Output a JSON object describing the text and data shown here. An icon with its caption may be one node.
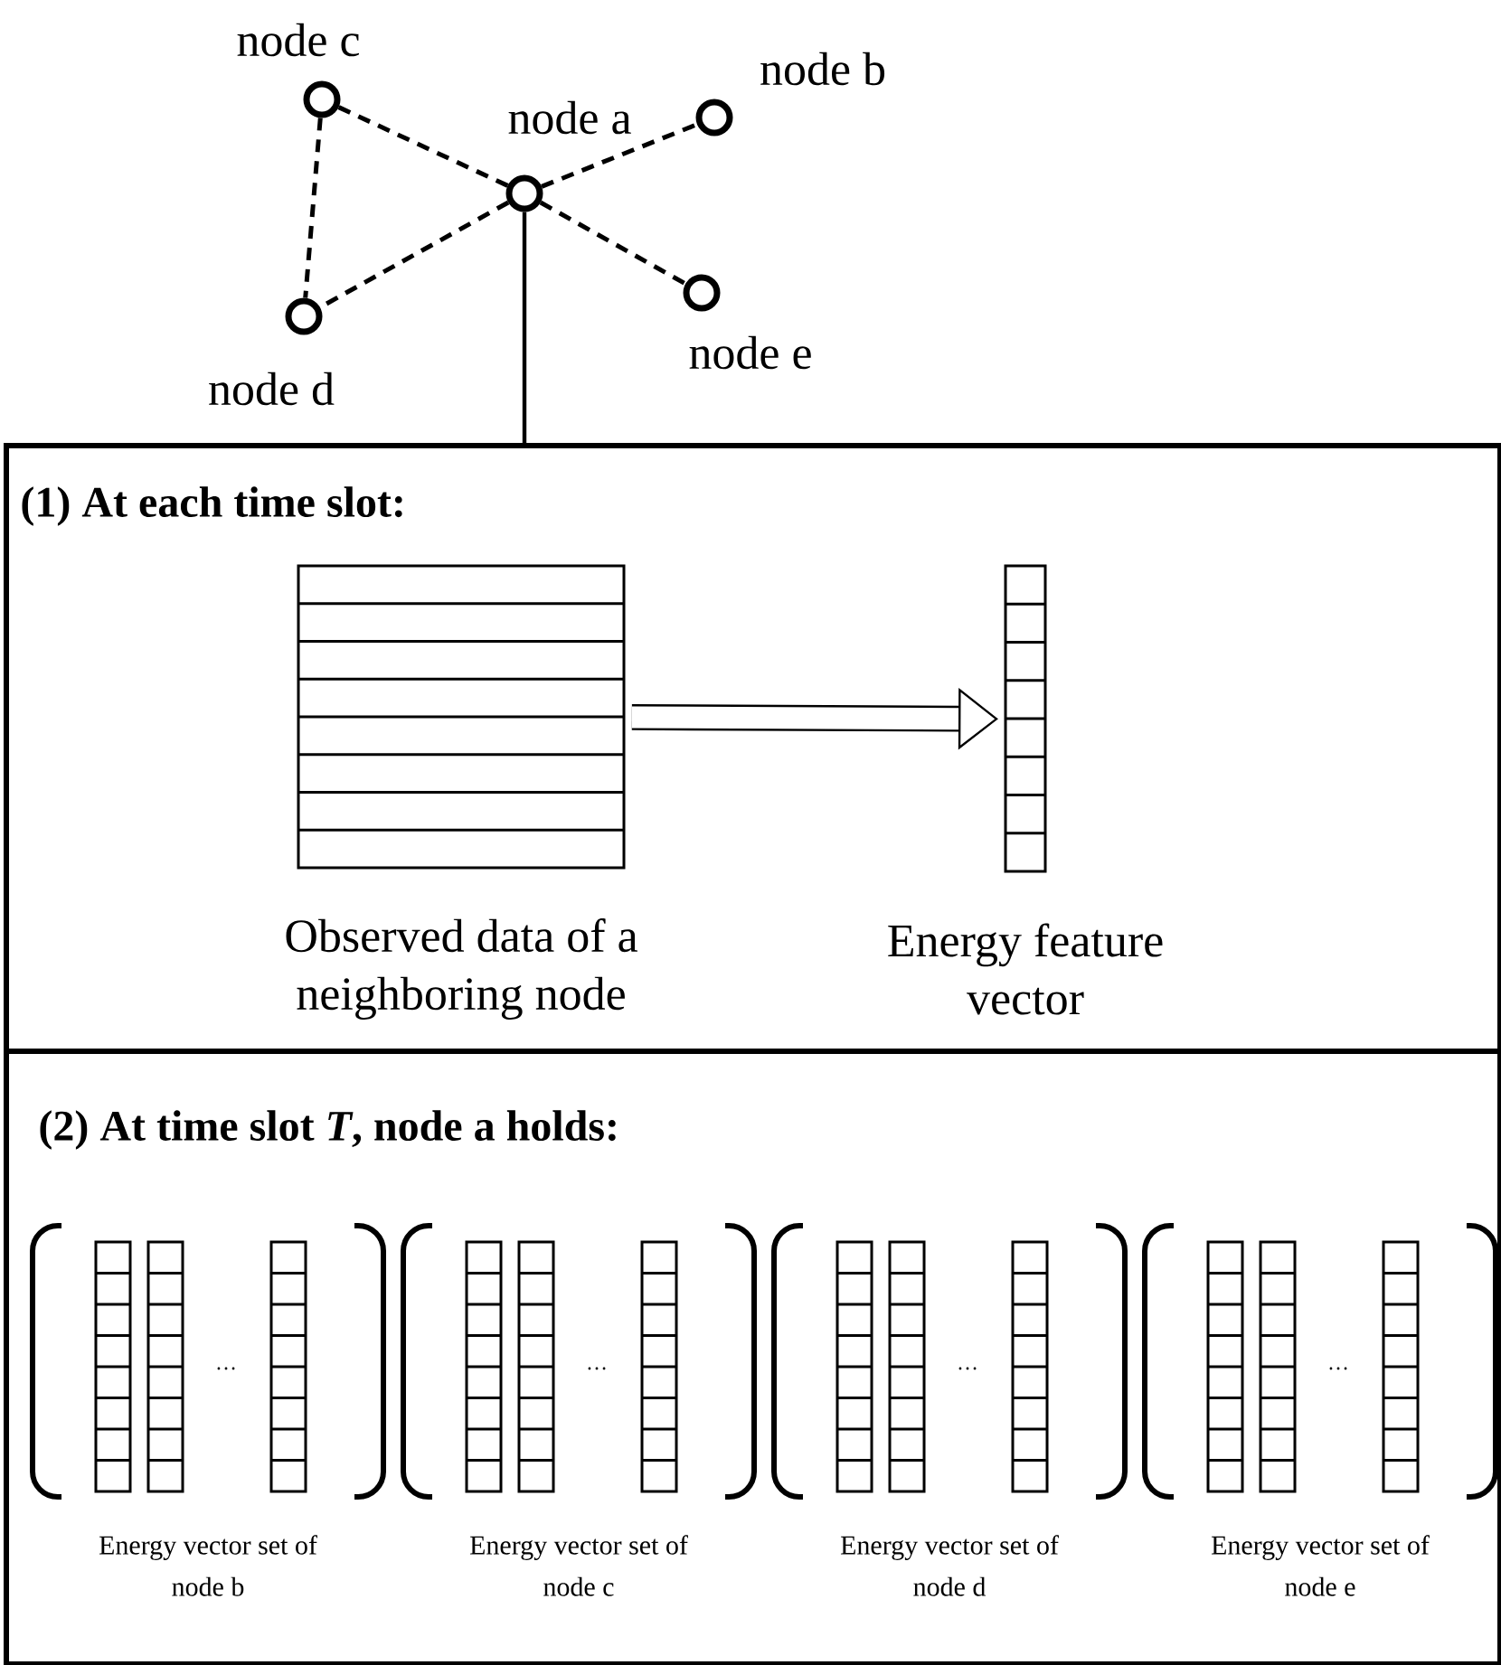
{
  "diagram": {
    "nodes": [
      {
        "text": [
          "node a"
        ]
      },
      {
        "text": [
          "node b"
        ]
      },
      {
        "text": [
          "node c"
        ]
      },
      {
        "text": [
          "node d"
        ]
      },
      {
        "text": [
          "node e"
        ]
      },
      {
        "text": [
          "(1) At each time slot:"
        ]
      },
      {
        "text": [
          "(2) At time slot *T*, node a holds:"
        ]
      },
      {
        "text": [
          "Observed data of a neighboring node"
        ],
        "in": 5
      },
      {
        "text": [
          "Energy feature vector"
        ],
        "in": 5
      },
      {
        "text": [
          "Energy vector set of node b"
        ],
        "in": 6
      },
      {
        "text": [
          "Energy vector set of node c"
        ],
        "in": 6
      },
      {
        "text": [
          "Energy vector set of node d"
        ],
        "in": 6
      },
      {
        "text": [
          "Energy vector set of node e"
        ],
        "in": 6
      }
    ],
    "edges": [
      {
        "from": 0,
        "to": 2,
        "arrow": "none",
        "style": "dashed"
      },
      {
        "from": 0,
        "to": 1,
        "arrow": "none",
        "style": "dashed"
      },
      {
        "from": 0,
        "to": 3,
        "arrow": "none",
        "style": "dashed"
      },
      {
        "from": 0,
        "to": 4,
        "arrow": "none",
        "style": "dashed"
      },
      {
        "from": 2,
        "to": 3,
        "arrow": "none",
        "style": "dashed"
      },
      {
        "from": 0,
        "to": 5,
        "arrow": "none"
      },
      {
        "from": 7,
        "to": 8,
        "arrow": "to",
        "style": "thick"
      }
    ],
    "labels": [
      "…",
      "…",
      "…",
      "…"
    ]
  }
}
